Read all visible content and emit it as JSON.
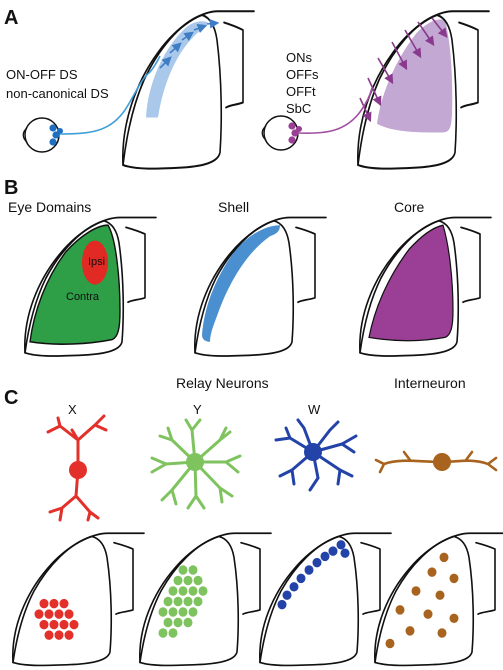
{
  "panel_a": {
    "letter": "A",
    "left_labels": [
      "ON-OFF DS",
      "non-canonical DS"
    ],
    "right_labels": [
      "ONs",
      "OFFs",
      "OFFt",
      "SbC"
    ]
  },
  "panel_b": {
    "letter": "B",
    "titles": {
      "eye_domains": "Eye Domains",
      "shell": "Shell",
      "core": "Core"
    },
    "domain_labels": {
      "ipsi": "Ipsi",
      "contra": "Contra"
    }
  },
  "panel_c": {
    "letter": "C",
    "group_titles": {
      "relay": "Relay Neurons",
      "interneuron": "Interneuron"
    },
    "cell_types": [
      "X",
      "Y",
      "W"
    ]
  },
  "colors": {
    "shell_blue": "#4a8fd0",
    "shell_light": "#a9c8ea",
    "core_purple": "#9b3f96",
    "core_light": "#c2a8d2",
    "contra_green": "#2e9e47",
    "ipsi_red": "#e02a23",
    "x_red": "#e3302a",
    "y_green": "#7fc35f",
    "w_blue": "#2443a8",
    "interneuron_brown": "#a8641e",
    "outline": "#111111"
  }
}
